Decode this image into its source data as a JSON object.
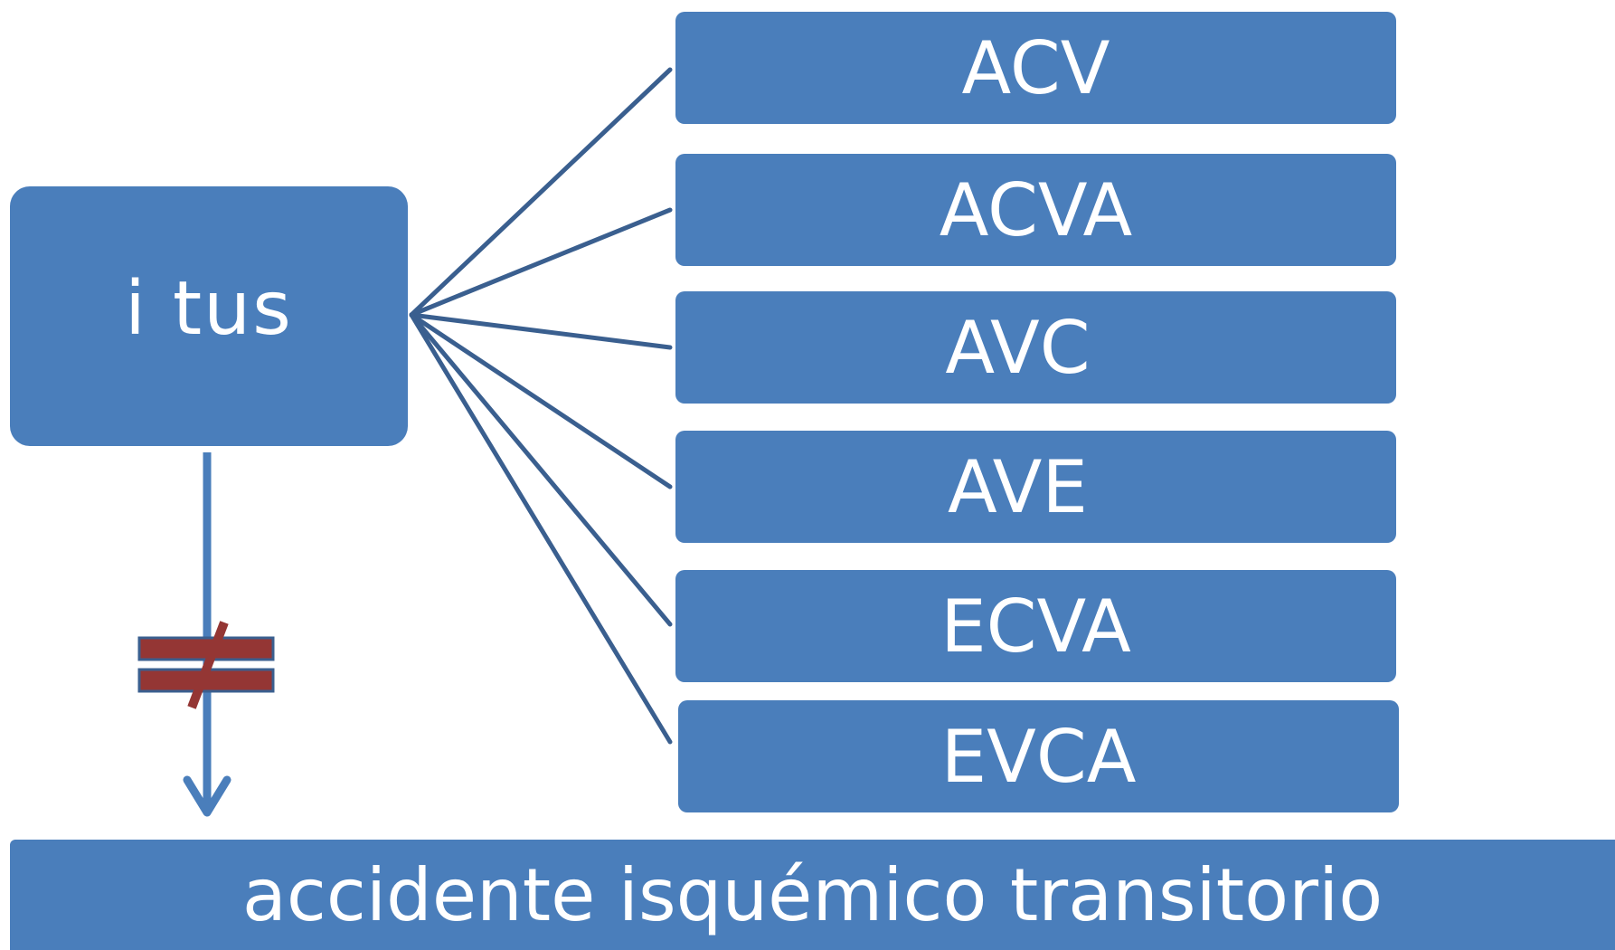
{
  "source": {
    "label": "i  tus"
  },
  "terms": [
    {
      "label": "ACV"
    },
    {
      "label": "ACVA"
    },
    {
      "label": "AVC"
    },
    {
      "label": "AVE"
    },
    {
      "label": "ECVA"
    },
    {
      "label": "EVCA"
    }
  ],
  "target": {
    "label": "accidente isquémico transitorio"
  },
  "colors": {
    "box_fill": "#4a7ebb",
    "box_text": "#ffffff",
    "connector": "#3a5f8f",
    "arrow": "#4a7ebb",
    "not_equal_mark": "#943634"
  },
  "icons": {
    "not_equal": "not-equal-icon"
  }
}
